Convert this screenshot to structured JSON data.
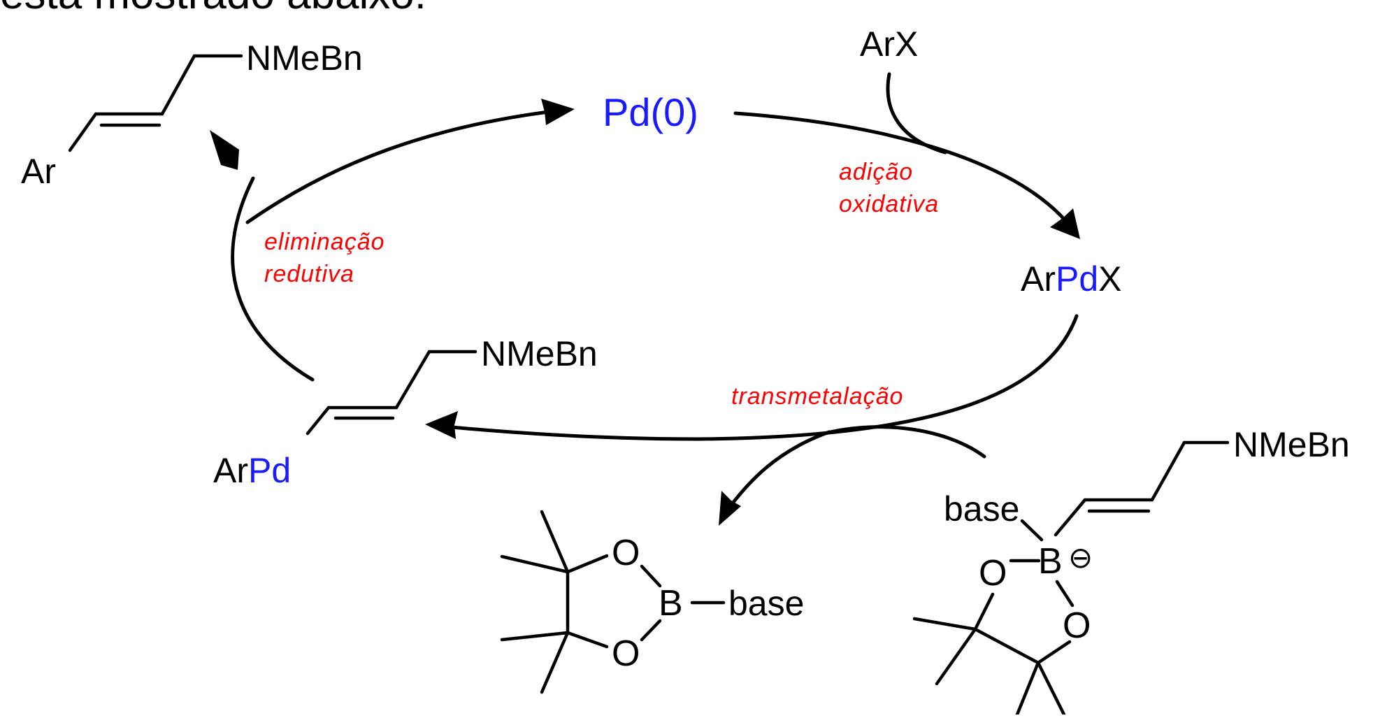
{
  "header_text": "está mostrado abaixo:",
  "colors": {
    "metal": "#1a1aff",
    "step": "#ff0000",
    "ink": "#000000"
  },
  "species": {
    "pd0": {
      "metal": "Pd",
      "suffix": "(0)"
    },
    "arpdx": {
      "prefix": "Ar",
      "metal": "Pd",
      "suffix": "X"
    },
    "arx": "ArX",
    "arpd": {
      "prefix": "Ar",
      "metal": "Pd"
    },
    "product": {
      "ar": "Ar",
      "amine": "NMeBn"
    },
    "intermediate": {
      "amine": "NMeBn"
    },
    "borate": {
      "amine": "NMeBn",
      "base": "base",
      "boron": "B",
      "oxygen": "O",
      "charge": "⊖"
    },
    "boronic_ester": {
      "boron": "B",
      "base": "base",
      "oxygen": "O"
    }
  },
  "steps": {
    "oxidative_addition": [
      "adição",
      "oxidativa"
    ],
    "transmetalation": "transmetalação",
    "reductive_elimination": [
      "eliminação",
      "redutiva"
    ]
  }
}
